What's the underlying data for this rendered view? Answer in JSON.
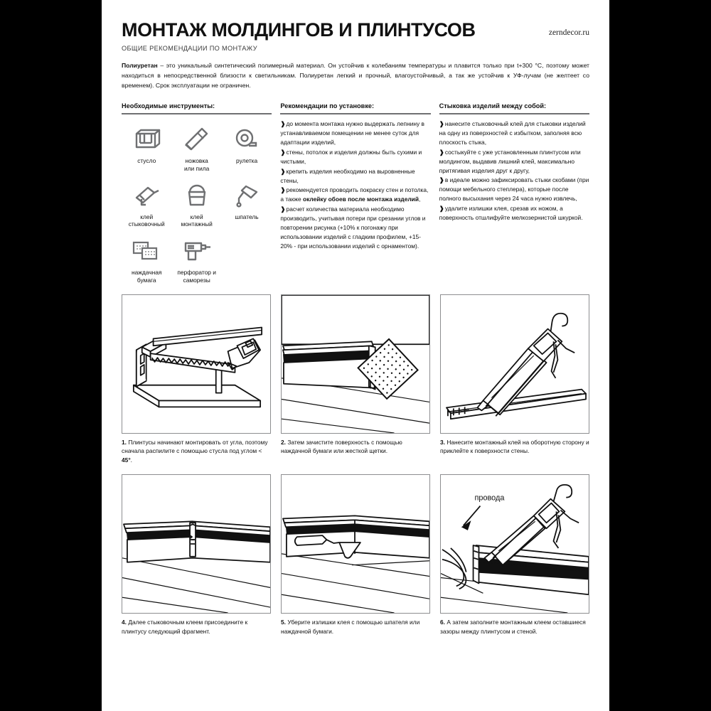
{
  "header": {
    "title": "МОНТАЖ МОЛДИНГОВ И ПЛИНТУСОВ",
    "subtitle": "ОБЩИЕ РЕКОМЕНДАЦИИ ПО МОНТАЖУ",
    "site": "zerndecor.ru"
  },
  "intro": {
    "lead": "Полиуретан",
    "text": " – это уникальный синтетический полимерный материал. Он устойчив к колебаниям температуры и плавится только при t+300 °C, поэтому может находиться в непосредственной близости к светильникам.  Полиуретан легкий и прочный, влагоустойчивый, а так же устойчив к УФ-лучам (не желтеет со временем). Срок эксплуатации не ограничен."
  },
  "tools_column": {
    "title": "Необходимые инструменты:",
    "items": [
      {
        "icon": "miter-box-icon",
        "label": "стусло"
      },
      {
        "icon": "handsaw-icon",
        "label": "ножовка\nили пила"
      },
      {
        "icon": "tape-measure-icon",
        "label": "рулетка"
      },
      {
        "icon": "caulking-gun-icon",
        "label": "клей\nстыковочный"
      },
      {
        "icon": "glue-bucket-icon",
        "label": "клей\nмонтажный"
      },
      {
        "icon": "spatula-icon",
        "label": "шпатель"
      },
      {
        "icon": "sandpaper-icon",
        "label": "наждачная\nбумага"
      },
      {
        "icon": "drill-icon",
        "label": "перфоратор и\nсаморезы"
      }
    ]
  },
  "install_column": {
    "title": "Рекомендации по установке:",
    "bullet_glyph": "❱",
    "items": [
      {
        "text": "до момента монтажа нужно выдержать лепнину в устанавливаемом помещении не менее суток для адаптации изделий,"
      },
      {
        "text": "стены, потолок и изделия должны быть сухими и чистыми,"
      },
      {
        "text": "крепить изделия необходимо на выровненные стены,"
      },
      {
        "text": "рекомендуется проводить покраску стен и потолка, а также ",
        "bold": "оклейку обоев после монтажа изделий",
        "tail": ","
      },
      {
        "text": "расчет количества материала необходимо производить, учитывая потери при срезании углов и повторении рисунка (+10% к погонажу при использовании изделий с гладким профилем, +15-20% - при использовании изделий с орнаментом)."
      }
    ]
  },
  "joining_column": {
    "title": "Стыковка изделий между собой:",
    "bullet_glyph": "❱",
    "items": [
      {
        "text": "нанесите стыковочный клей для стыковки изделий на одну из поверхностей с избытком, заполняя всю плоскость стыка,"
      },
      {
        "text": "состыкуйте с уже установленным плинтусом или молдингом, выдавив лишний клей, максимально притягивая изделия друг к другу,"
      },
      {
        "text": "в идеале  можно зафиксировать стыки скобами (при помощи мебельного степлера), которые после полного высыхания через 24 часа нужно извлечь,"
      },
      {
        "text": "удалите излишки клея, срезав их ножом, а поверхность отшлифуйте мелкозернистой шкуркой."
      }
    ]
  },
  "steps": [
    {
      "number": "1.",
      "figure": "miter-box-sawing-figure",
      "text": " Плинтусы начинают монтировать от угла, поэтому сначала распилите с помощью стусла под углом < ",
      "bold": "45°",
      "tail": "."
    },
    {
      "number": "2.",
      "figure": "sanding-baseboard-figure",
      "text": " Затем зачистите поверхность с помощью наждачной бумаги или жесткой щетки.",
      "bold": "",
      "tail": ""
    },
    {
      "number": "3.",
      "figure": "applying-glue-figure",
      "text": " Нанесите монтажный клей на оборотную сторону и приклейте к поверхности стены.",
      "bold": "",
      "tail": ""
    },
    {
      "number": "4.",
      "figure": "joining-fragments-figure",
      "text": " Далее стыковочным клеем присоедините к плинтусу следующий фрагмент.",
      "bold": "",
      "tail": ""
    },
    {
      "number": "5.",
      "figure": "removing-excess-glue-figure",
      "text": " Уберите излишки клея с помощью шпателя или наждачной бумаги.",
      "bold": "",
      "tail": ""
    },
    {
      "number": "6.",
      "figure": "filling-gaps-figure",
      "text": " А затем заполните монтажным клеем оставшиеся зазоры между плинтусом и стеной.",
      "bold": "",
      "tail": ""
    }
  ],
  "figure_labels": {
    "wires": "провода"
  },
  "colors": {
    "page_background": "#ffffff",
    "letterbox": "#000000",
    "text": "#111111",
    "rule": "#6f7072",
    "icon_gray": "#6f7072",
    "figure_border": "#8d8e90"
  }
}
